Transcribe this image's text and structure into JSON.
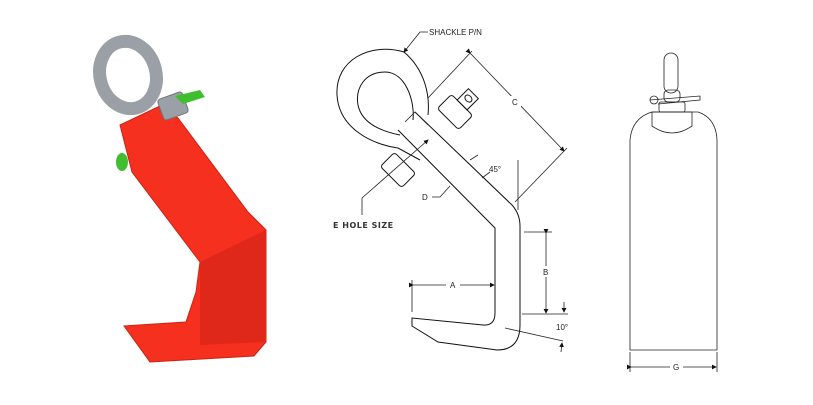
{
  "diagram": {
    "labels": {
      "shackle": "SHACKLE P/N",
      "hole": "E HOLE SIZE",
      "dim_a": "A",
      "dim_b": "B",
      "dim_c": "C",
      "dim_d": "D",
      "dim_g": "G",
      "angle_45": "45°",
      "angle_10": "10°"
    },
    "colors": {
      "clamp_body": "#f5301f",
      "shackle": "#9aa0a6",
      "pin_accent": "#3fbf2f"
    }
  }
}
